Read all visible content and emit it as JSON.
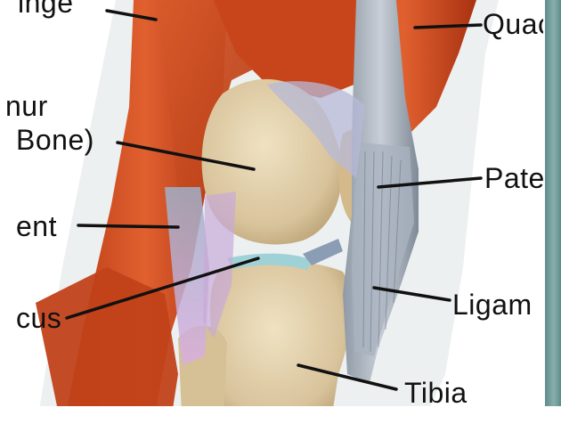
{
  "figure": {
    "labels": {
      "top_left": "inge",
      "femur_line1": "nur",
      "femur_line2": "Bone)",
      "ligament_left": "ent",
      "meniscus": "cus",
      "quadriceps": "Quac",
      "patella": "Pate",
      "patellar_ligament": "Ligam",
      "tibia": "Tibia"
    }
  }
}
